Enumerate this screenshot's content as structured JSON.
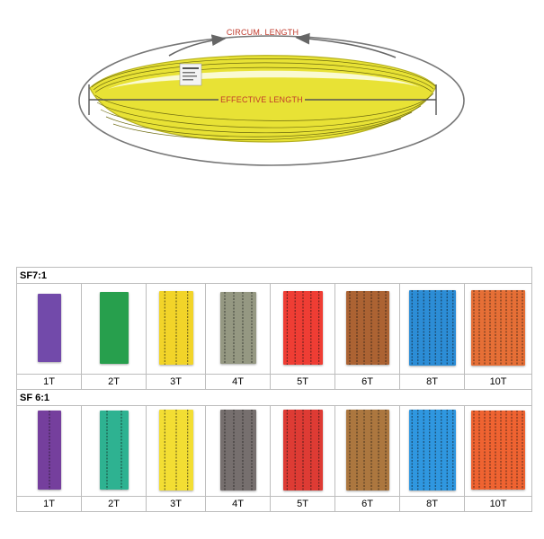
{
  "diagram": {
    "circum_label": "CIRCUM. LENGTH",
    "effective_label": "EFFECTIVE LENGTH",
    "sling_color": "#e8e235",
    "stripe_color": "#6d6a10",
    "label_color": "#c0392b"
  },
  "sections": [
    {
      "title": "SF7:1",
      "items": [
        {
          "label": "1T",
          "color": "#6a3fa5",
          "stripes": 0
        },
        {
          "label": "2T",
          "color": "#1a9a42",
          "stripes": 0
        },
        {
          "label": "3T",
          "color": "#f2d21c",
          "stripes": 3
        },
        {
          "label": "4T",
          "color": "#8f927b",
          "stripes": 4
        },
        {
          "label": "5T",
          "color": "#ee3128",
          "stripes": 5
        },
        {
          "label": "6T",
          "color": "#a75a27",
          "stripes": 6
        },
        {
          "label": "8T",
          "color": "#1f86d4",
          "stripes": 8
        },
        {
          "label": "10T",
          "color": "#e5672a",
          "stripes": 10
        }
      ]
    },
    {
      "title": "SF 6:1",
      "items": [
        {
          "label": "1T",
          "color": "#6d3497",
          "stripes": 1
        },
        {
          "label": "2T",
          "color": "#21ae8b",
          "stripes": 2
        },
        {
          "label": "3T",
          "color": "#f3dc27",
          "stripes": 3
        },
        {
          "label": "4T",
          "color": "#6e6765",
          "stripes": 4
        },
        {
          "label": "5T",
          "color": "#dc2f28",
          "stripes": 5
        },
        {
          "label": "6T",
          "color": "#a76f33",
          "stripes": 6
        },
        {
          "label": "8T",
          "color": "#2391df",
          "stripes": 8
        },
        {
          "label": "10T",
          "color": "#ef5a25",
          "stripes": 10
        }
      ]
    }
  ]
}
